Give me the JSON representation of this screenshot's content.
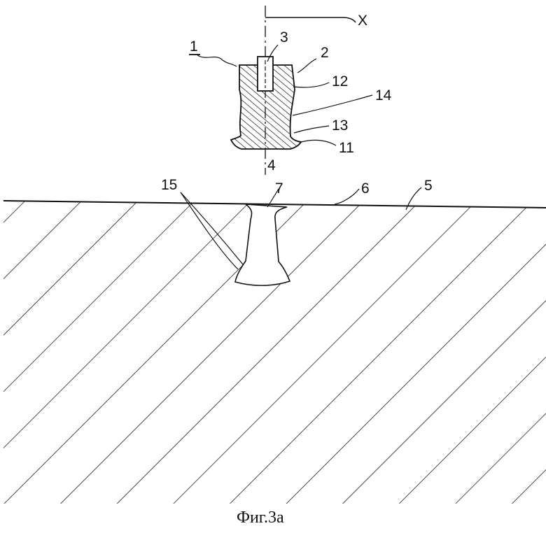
{
  "figure": {
    "caption": "Фиг.3а",
    "axis_label": "X",
    "labels": {
      "l1": "1",
      "l2": "2",
      "l3": "3",
      "l4": "4",
      "l5": "5",
      "l6": "6",
      "l7": "7",
      "l11": "11",
      "l12": "12",
      "l13": "13",
      "l14": "14",
      "l15": "15"
    }
  }
}
